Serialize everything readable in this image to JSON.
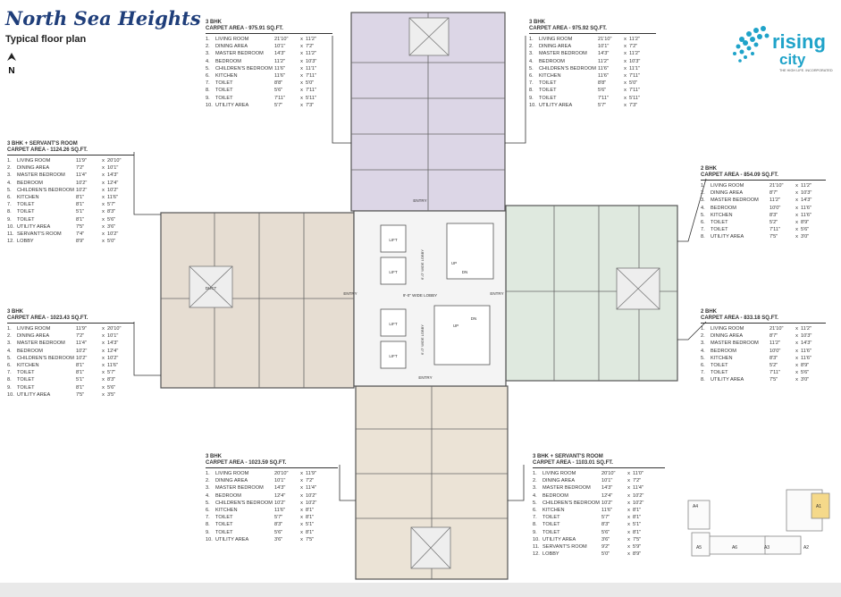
{
  "header": {
    "title": "North Sea Heights",
    "subtitle": "Typical floor plan",
    "north_label": "N"
  },
  "logo": {
    "line1": "rising",
    "line2": "city",
    "tagline": "THE HIGH LIFE. INCORPORATED"
  },
  "units": {
    "top_left": {
      "type": "3 BHK",
      "area": "CARPET AREA - 975.91 SQ.FT.",
      "rooms": [
        [
          "1.",
          "LIVING ROOM",
          "21'10\"",
          "11'2\""
        ],
        [
          "2.",
          "DINING AREA",
          "10'1\"",
          "7'2\""
        ],
        [
          "3.",
          "MASTER BEDROOM",
          "14'3\"",
          "11'2\""
        ],
        [
          "4.",
          "BEDROOM",
          "11'2\"",
          "10'3\""
        ],
        [
          "5.",
          "CHILDREN'S BEDROOM",
          "11'6\"",
          "11'1\""
        ],
        [
          "6.",
          "KITCHEN",
          "11'6\"",
          "7'11\""
        ],
        [
          "7.",
          "TOILET",
          "8'8\"",
          "5'0\""
        ],
        [
          "8.",
          "TOILET",
          "5'6\"",
          "7'11\""
        ],
        [
          "9.",
          "TOILET",
          "7'11\"",
          "5'11\""
        ],
        [
          "10.",
          "UTILITY AREA",
          "5'7\"",
          "7'3\""
        ]
      ]
    },
    "top_right": {
      "type": "3 BHK",
      "area": "CARPET AREA - 975.92 SQ.FT.",
      "rooms": [
        [
          "1.",
          "LIVING ROOM",
          "21'10\"",
          "11'2\""
        ],
        [
          "2.",
          "DINING AREA",
          "10'1\"",
          "7'2\""
        ],
        [
          "3.",
          "MASTER BEDROOM",
          "14'3\"",
          "11'2\""
        ],
        [
          "4.",
          "BEDROOM",
          "11'2\"",
          "10'3\""
        ],
        [
          "5.",
          "CHILDREN'S BEDROOM",
          "11'6\"",
          "11'1\""
        ],
        [
          "6.",
          "KITCHEN",
          "11'6\"",
          "7'11\""
        ],
        [
          "7.",
          "TOILET",
          "8'8\"",
          "5'0\""
        ],
        [
          "8.",
          "TOILET",
          "5'6\"",
          "7'11\""
        ],
        [
          "9.",
          "TOILET",
          "7'11\"",
          "5'11\""
        ],
        [
          "10.",
          "UTILITY AREA",
          "5'7\"",
          "7'3\""
        ]
      ]
    },
    "left_top": {
      "type": "3 BHK + SERVANT'S ROOM",
      "area": "CARPET AREA - 1124.26 SQ.FT.",
      "rooms": [
        [
          "1.",
          "LIVING ROOM",
          "11'9\"",
          "20'10\""
        ],
        [
          "2.",
          "DINING AREA",
          "7'2\"",
          "10'1\""
        ],
        [
          "3.",
          "MASTER BEDROOM",
          "11'4\"",
          "14'3\""
        ],
        [
          "4.",
          "BEDROOM",
          "10'2\"",
          "12'4\""
        ],
        [
          "5.",
          "CHILDREN'S BEDROOM",
          "10'2\"",
          "10'2\""
        ],
        [
          "6.",
          "KITCHEN",
          "8'1\"",
          "11'6\""
        ],
        [
          "7.",
          "TOILET",
          "8'1\"",
          "5'7\""
        ],
        [
          "8.",
          "TOILET",
          "5'1\"",
          "8'3\""
        ],
        [
          "9.",
          "TOILET",
          "8'1\"",
          "5'6\""
        ],
        [
          "10.",
          "UTILITY AREA",
          "7'5\"",
          "3'6\""
        ],
        [
          "11.",
          "SERVANT'S ROOM",
          "7'4\"",
          "10'2\""
        ],
        [
          "12.",
          "LOBBY",
          "8'9\"",
          "5'0\""
        ]
      ]
    },
    "left_bottom": {
      "type": "3 BHK",
      "area": "CARPET AREA - 1023.43 SQ.FT.",
      "rooms": [
        [
          "1.",
          "LIVING ROOM",
          "11'9\"",
          "20'10\""
        ],
        [
          "2.",
          "DINING AREA",
          "7'2\"",
          "10'1\""
        ],
        [
          "3.",
          "MASTER BEDROOM",
          "11'4\"",
          "14'3\""
        ],
        [
          "4.",
          "BEDROOM",
          "10'2\"",
          "12'4\""
        ],
        [
          "5.",
          "CHILDREN'S BEDROOM",
          "10'2\"",
          "10'2\""
        ],
        [
          "6.",
          "KITCHEN",
          "8'1\"",
          "11'6\""
        ],
        [
          "7.",
          "TOILET",
          "8'1\"",
          "5'7\""
        ],
        [
          "8.",
          "TOILET",
          "5'1\"",
          "8'3\""
        ],
        [
          "9.",
          "TOILET",
          "8'1\"",
          "5'6\""
        ],
        [
          "10.",
          "UTILITY AREA",
          "7'5\"",
          "3'5\""
        ]
      ]
    },
    "right_top": {
      "type": "2 BHK",
      "area": "CARPET AREA - 854.09 SQ.FT.",
      "rooms": [
        [
          "1.",
          "LIVING ROOM",
          "21'10\"",
          "11'2\""
        ],
        [
          "2.",
          "DINING AREA",
          "8'7\"",
          "10'3\""
        ],
        [
          "3.",
          "MASTER BEDROOM",
          "11'2\"",
          "14'3\""
        ],
        [
          "4.",
          "BEDROOM",
          "10'0\"",
          "11'6\""
        ],
        [
          "5.",
          "KITCHEN",
          "8'3\"",
          "11'6\""
        ],
        [
          "6.",
          "TOILET",
          "5'2\"",
          "8'9\""
        ],
        [
          "7.",
          "TOILET",
          "7'11\"",
          "5'6\""
        ],
        [
          "8.",
          "UTILITY AREA",
          "7'5\"",
          "3'0\""
        ]
      ]
    },
    "right_bottom": {
      "type": "2 BHK",
      "area": "CARPET AREA - 833.18 SQ.FT.",
      "rooms": [
        [
          "1.",
          "LIVING ROOM",
          "21'10\"",
          "11'2\""
        ],
        [
          "2.",
          "DINING AREA",
          "8'7\"",
          "10'3\""
        ],
        [
          "3.",
          "MASTER BEDROOM",
          "11'2\"",
          "14'3\""
        ],
        [
          "4.",
          "BEDROOM",
          "10'0\"",
          "11'6\""
        ],
        [
          "5.",
          "KITCHEN",
          "8'3\"",
          "11'6\""
        ],
        [
          "6.",
          "TOILET",
          "5'2\"",
          "8'9\""
        ],
        [
          "7.",
          "TOILET",
          "7'11\"",
          "5'6\""
        ],
        [
          "8.",
          "UTILITY AREA",
          "7'5\"",
          "3'0\""
        ]
      ]
    },
    "bottom_left": {
      "type": "3 BHK",
      "area": "CARPET AREA - 1023.59 SQ.FT.",
      "rooms": [
        [
          "1.",
          "LIVING ROOM",
          "20'10\"",
          "11'9\""
        ],
        [
          "2.",
          "DINING AREA",
          "10'1\"",
          "7'2\""
        ],
        [
          "3.",
          "MASTER BEDROOM",
          "14'3\"",
          "11'4\""
        ],
        [
          "4.",
          "BEDROOM",
          "12'4\"",
          "10'2\""
        ],
        [
          "5.",
          "CHILDREN'S BEDROOM",
          "10'2\"",
          "10'2\""
        ],
        [
          "6.",
          "KITCHEN",
          "11'6\"",
          "8'1\""
        ],
        [
          "7.",
          "TOILET",
          "5'7\"",
          "8'1\""
        ],
        [
          "8.",
          "TOILET",
          "8'3\"",
          "5'1\""
        ],
        [
          "9.",
          "TOILET",
          "5'6\"",
          "8'1\""
        ],
        [
          "10.",
          "UTILITY AREA",
          "3'6\"",
          "7'5\""
        ]
      ]
    },
    "bottom_right": {
      "type": "3 BHK + SERVANT'S ROOM",
      "area": "CARPET AREA - 1103.01 SQ.FT.",
      "rooms": [
        [
          "1.",
          "LIVING ROOM",
          "20'10\"",
          "11'0\""
        ],
        [
          "2.",
          "DINING AREA",
          "10'1\"",
          "7'2\""
        ],
        [
          "3.",
          "MASTER BEDROOM",
          "14'3\"",
          "11'4\""
        ],
        [
          "4.",
          "BEDROOM",
          "12'4\"",
          "10'2\""
        ],
        [
          "5.",
          "CHILDREN'S BEDROOM",
          "10'2\"",
          "10'2\""
        ],
        [
          "6.",
          "KITCHEN",
          "11'6\"",
          "8'1\""
        ],
        [
          "7.",
          "TOILET",
          "5'7\"",
          "8'1\""
        ],
        [
          "8.",
          "TOILET",
          "8'3\"",
          "5'1\""
        ],
        [
          "9.",
          "TOILET",
          "5'6\"",
          "8'1\""
        ],
        [
          "10.",
          "UTILITY AREA",
          "3'6\"",
          "7'5\""
        ],
        [
          "11.",
          "SERVANT'S ROOM",
          "9'2\"",
          "5'9\""
        ],
        [
          "12.",
          "LOBBY",
          "5'0\"",
          "8'9\""
        ]
      ]
    }
  },
  "plan_labels": {
    "lift": "LIFT",
    "duct": "DUCT",
    "entry": "ENTRY",
    "up": "UP",
    "dn": "DN",
    "lobby_h": "9'-0\" WIDE LOBBY",
    "lobby_v": "6'-0\" WIDE LOBBY"
  },
  "keyplan": {
    "labels": [
      "A1",
      "A2",
      "A3",
      "A4",
      "A5",
      "A6"
    ]
  },
  "colors": {
    "title": "#1f3e7a",
    "top_wing": "#dcd6e6",
    "left_wing": "#e6ddd2",
    "right_wing": "#dfe9df",
    "bottom_wing": "#ebe3d6",
    "wall": "#555555",
    "logo_blue": "#1fa3c9"
  }
}
